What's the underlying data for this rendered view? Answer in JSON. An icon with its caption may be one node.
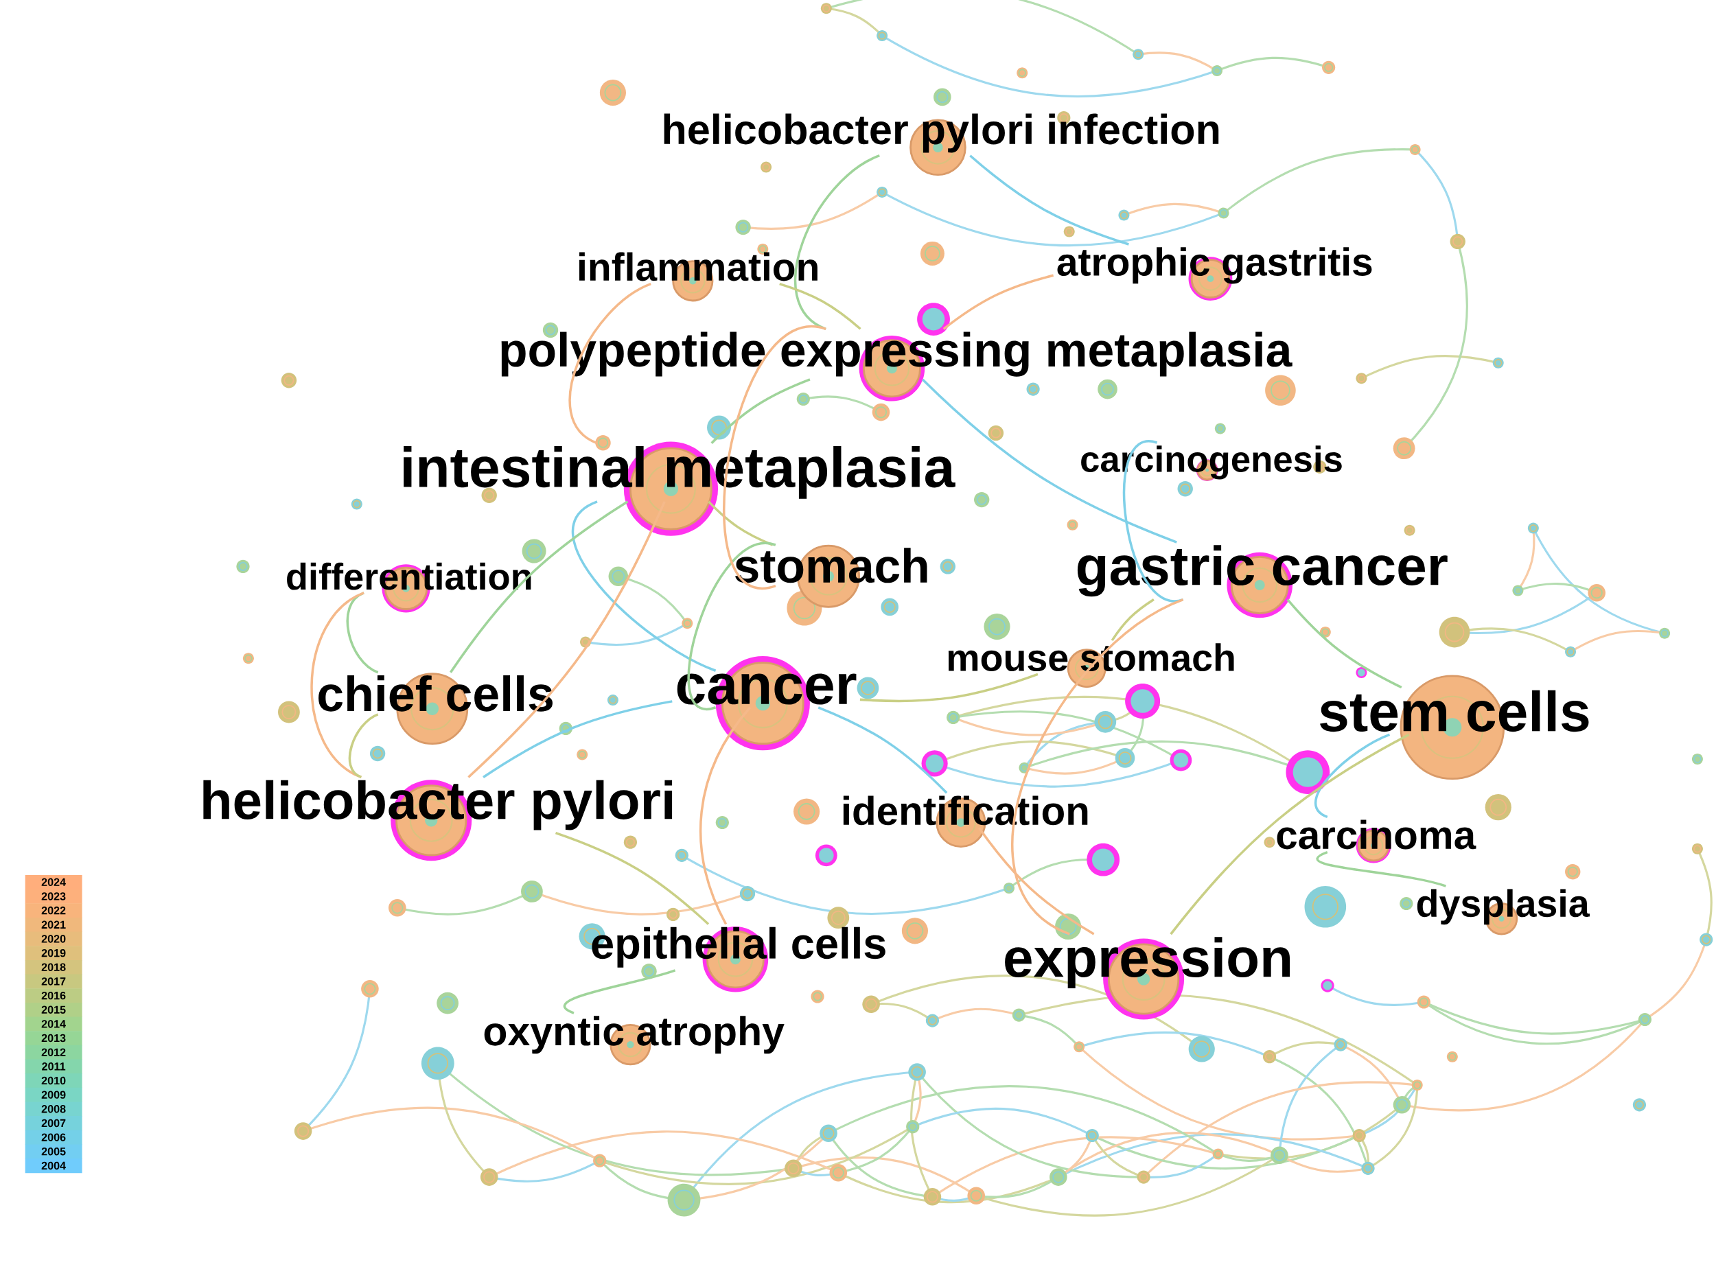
{
  "diagram": {
    "nodes": [
      {
        "text": [
          "helicobacter pylori infection"
        ]
      },
      {
        "text": [
          "inflammation"
        ]
      },
      {
        "text": [
          "atrophic gastritis"
        ]
      },
      {
        "text": [
          "polypeptide expressing metaplasia"
        ]
      },
      {
        "text": [
          "carcinogenesis"
        ]
      },
      {
        "text": [
          "intestinal metaplasia"
        ]
      },
      {
        "text": [
          "differentiation"
        ]
      },
      {
        "text": [
          "stomach"
        ]
      },
      {
        "text": [
          "gastric cancer"
        ]
      },
      {
        "text": [
          "mouse stomach"
        ]
      },
      {
        "text": [
          "chief cells"
        ]
      },
      {
        "text": [
          "cancer"
        ]
      },
      {
        "text": [
          "stem cells"
        ]
      },
      {
        "text": [
          "helicobacter pylori"
        ]
      },
      {
        "text": [
          "identification"
        ]
      },
      {
        "text": [
          "carcinoma"
        ]
      },
      {
        "text": [
          "dysplasia"
        ]
      },
      {
        "text": [
          "epithelial cells"
        ]
      },
      {
        "text": [
          "expression"
        ]
      },
      {
        "text": [
          "oxyntic atrophy"
        ]
      }
    ],
    "edges": [
      {
        "from": 0,
        "to": 2,
        "arrow": "none",
        "color": "#7fd0e8"
      },
      {
        "from": 0,
        "to": 3,
        "arrow": "none",
        "color": "#9fd49a"
      },
      {
        "from": 1,
        "to": 5,
        "arrow": "none",
        "color": "#f5b98a"
      },
      {
        "from": 1,
        "to": 3,
        "arrow": "none",
        "color": "#c9cf85"
      },
      {
        "from": 3,
        "to": 5,
        "arrow": "none",
        "color": "#9fd49a"
      },
      {
        "from": 3,
        "to": 2,
        "arrow": "none",
        "color": "#f5b98a"
      },
      {
        "from": 3,
        "to": 8,
        "arrow": "none",
        "color": "#7fd0e8"
      },
      {
        "from": 5,
        "to": 11,
        "arrow": "none",
        "color": "#7fd0e8"
      },
      {
        "from": 5,
        "to": 10,
        "arrow": "none",
        "color": "#9fd49a"
      },
      {
        "from": 5,
        "to": 13,
        "arrow": "none",
        "color": "#f5b98a"
      },
      {
        "from": 5,
        "to": 7,
        "arrow": "none",
        "color": "#c9cf85"
      },
      {
        "from": 6,
        "to": 10,
        "arrow": "none",
        "color": "#9fd49a"
      },
      {
        "from": 6,
        "to": 13,
        "arrow": "none",
        "color": "#f5b98a"
      },
      {
        "from": 10,
        "to": 13,
        "arrow": "none",
        "color": "#c9cf85"
      },
      {
        "from": 11,
        "to": 13,
        "arrow": "none",
        "color": "#7fd0e8"
      },
      {
        "from": 11,
        "to": 7,
        "arrow": "none",
        "color": "#9fd49a"
      },
      {
        "from": 11,
        "to": 17,
        "arrow": "none",
        "color": "#f5b98a"
      },
      {
        "from": 11,
        "to": 14,
        "arrow": "none",
        "color": "#7fd0e8"
      },
      {
        "from": 11,
        "to": 9,
        "arrow": "none",
        "color": "#c9cf85"
      },
      {
        "from": 7,
        "to": 3,
        "arrow": "none",
        "color": "#f5b98a"
      },
      {
        "from": 8,
        "to": 12,
        "arrow": "none",
        "color": "#9fd49a"
      },
      {
        "from": 8,
        "to": 4,
        "arrow": "none",
        "color": "#7fd0e8"
      },
      {
        "from": 8,
        "to": 9,
        "arrow": "none",
        "color": "#c9cf85"
      },
      {
        "from": 8,
        "to": 18,
        "arrow": "none",
        "color": "#f5b98a"
      },
      {
        "from": 12,
        "to": 15,
        "arrow": "none",
        "color": "#7fd0e8"
      },
      {
        "from": 15,
        "to": 16,
        "arrow": "none",
        "color": "#9fd49a"
      },
      {
        "from": 12,
        "to": 18,
        "arrow": "none",
        "color": "#c9cf85"
      },
      {
        "from": 18,
        "to": 14,
        "arrow": "none",
        "color": "#f5b98a"
      },
      {
        "from": 17,
        "to": 19,
        "arrow": "none",
        "color": "#9fd49a"
      },
      {
        "from": 13,
        "to": 17,
        "arrow": "none",
        "color": "#c9cf85"
      }
    ],
    "legend": [
      {
        "text": "2024",
        "color": "#ffae7c"
      },
      {
        "text": "2023",
        "color": "#fdb07c"
      },
      {
        "text": "2022",
        "color": "#f8b47c"
      },
      {
        "text": "2021",
        "color": "#f0b87c"
      },
      {
        "text": "2020",
        "color": "#e8bc7c"
      },
      {
        "text": "2019",
        "color": "#dfc07c"
      },
      {
        "text": "2018",
        "color": "#d4c47e"
      },
      {
        "text": "2017",
        "color": "#c8c880"
      },
      {
        "text": "2016",
        "color": "#bccc84"
      },
      {
        "text": "2015",
        "color": "#b0d088"
      },
      {
        "text": "2014",
        "color": "#a2d48e"
      },
      {
        "text": "2013",
        "color": "#96d696"
      },
      {
        "text": "2012",
        "color": "#8cd6a0"
      },
      {
        "text": "2011",
        "color": "#84d6ac"
      },
      {
        "text": "2010",
        "color": "#7ed6b8"
      },
      {
        "text": "2009",
        "color": "#7ad6c4"
      },
      {
        "text": "2008",
        "color": "#78d4d0"
      },
      {
        "text": "2007",
        "color": "#76d2dc"
      },
      {
        "text": "2006",
        "color": "#74d0e8"
      },
      {
        "text": "2005",
        "color": "#72cef2"
      },
      {
        "text": "2004",
        "color": "#70ccfc"
      }
    ]
  }
}
